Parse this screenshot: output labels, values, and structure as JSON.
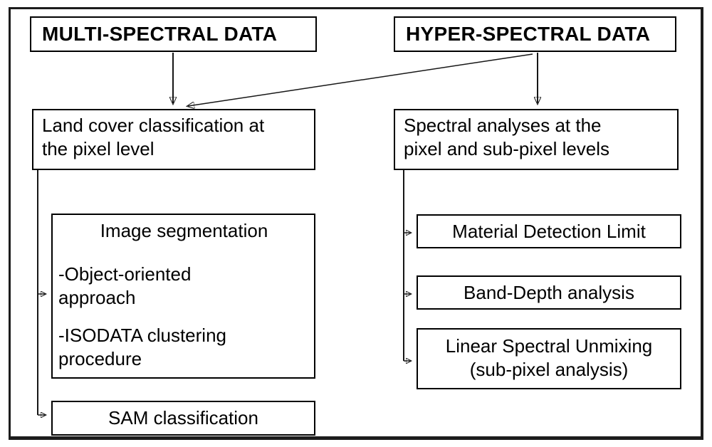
{
  "diagram": {
    "colors": {
      "background": "#ffffff",
      "box_border": "#000000",
      "text": "#000000",
      "arrow": "#161616"
    },
    "boxes": {
      "multi_header": "MULTI-SPECTRAL DATA",
      "hyper_header": "HYPER-SPECTRAL DATA",
      "land_cover": {
        "line1": "Land cover classification at",
        "line2": "the pixel level"
      },
      "spectral": {
        "line1": "Spectral analyses at the",
        "line2": "pixel and sub-pixel levels"
      },
      "segmentation": {
        "title": "Image segmentation",
        "items": [
          {
            "line1": "-Object-oriented",
            "line2": "approach"
          },
          {
            "line1": "-ISODATA clustering",
            "line2": "procedure"
          }
        ]
      },
      "sam": "SAM classification",
      "material": "Material Detection Limit",
      "band_depth": "Band-Depth analysis",
      "unmixing": {
        "line1": "Linear Spectral Unmixing",
        "line2": "(sub-pixel analysis)"
      }
    },
    "edges": [
      {
        "from": "multi-spectral-data",
        "to": "land-cover-classification",
        "type": "arrow"
      },
      {
        "from": "hyper-spectral-data",
        "to": "land-cover-classification",
        "type": "arrow"
      },
      {
        "from": "hyper-spectral-data",
        "to": "spectral-analyses",
        "type": "arrow"
      },
      {
        "from": "land-cover-classification",
        "to": "image-segmentation",
        "type": "branch-arrow"
      },
      {
        "from": "land-cover-classification",
        "to": "sam-classification",
        "type": "branch-arrow"
      },
      {
        "from": "spectral-analyses",
        "to": "material-detection-limit",
        "type": "branch-arrow"
      },
      {
        "from": "spectral-analyses",
        "to": "band-depth-analysis",
        "type": "branch-arrow"
      },
      {
        "from": "spectral-analyses",
        "to": "linear-spectral-unmixing",
        "type": "branch-arrow"
      }
    ]
  }
}
